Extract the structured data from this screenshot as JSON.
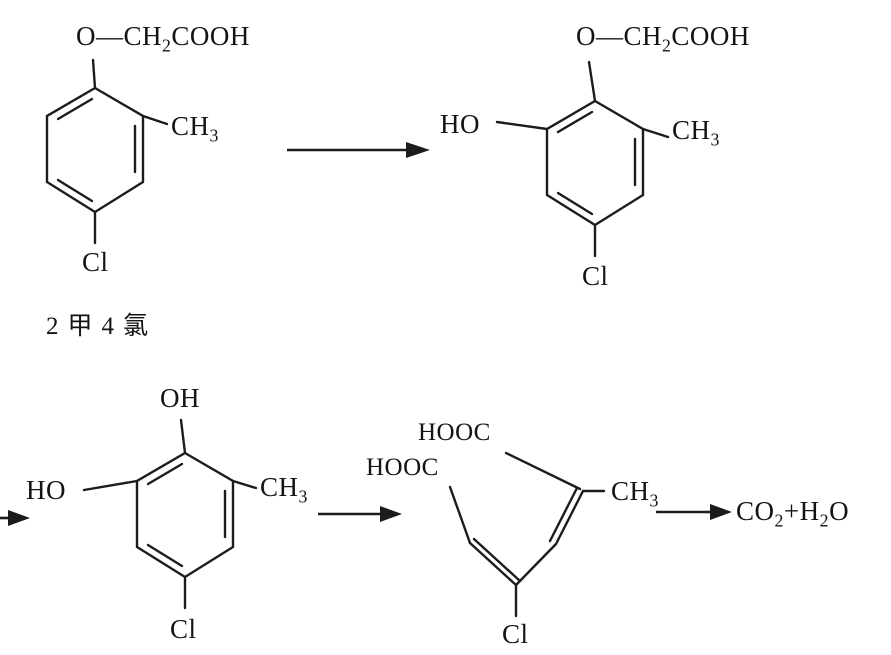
{
  "scheme": {
    "structure1": {
      "oxyacetic": "O—CH2COOH",
      "methyl": "CH3",
      "chloro": "Cl",
      "caption": "2甲4氯"
    },
    "structure2": {
      "oxyacetic": "O—CH2COOH",
      "hydroxyl": "HO",
      "methyl": "CH3",
      "chloro": "Cl"
    },
    "structure3": {
      "hydroxyl_top": "OH",
      "hydroxyl_left": "HO",
      "methyl": "CH3",
      "chloro": "Cl"
    },
    "structure4": {
      "carboxyl_top": "HOOC",
      "carboxyl_left": "HOOC",
      "methyl": "CH3",
      "chloro": "Cl"
    },
    "products": "CO2+H2O",
    "line_color": "#1c1c1c"
  }
}
